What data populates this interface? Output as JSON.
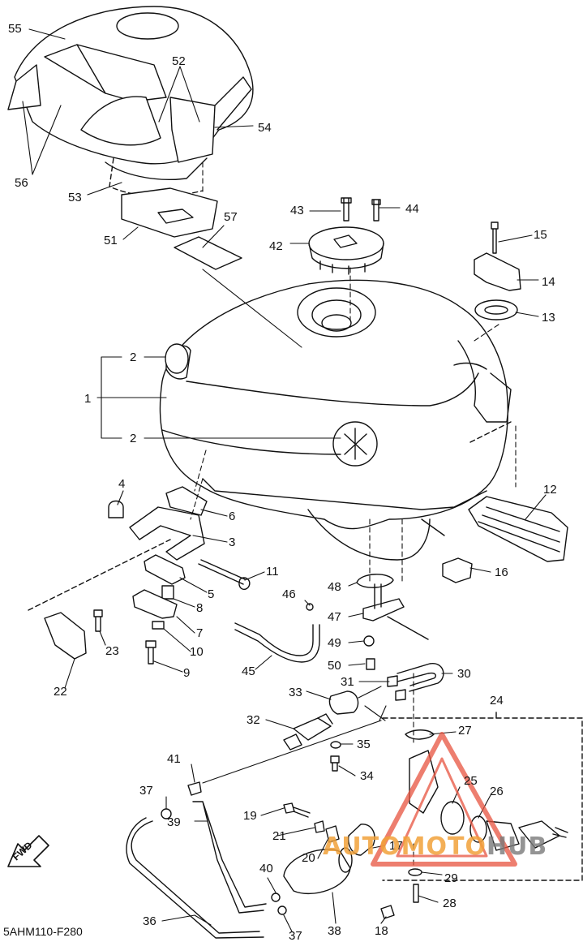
{
  "diagram_code": "5AHM110-F280",
  "fwd_label": "FWD",
  "watermark": {
    "brand_part1": "AUTOMOTO",
    "brand_part2": "HUB",
    "color_primary": "#e8543f",
    "color_accent": "#f2a23a"
  },
  "callouts": [
    {
      "id": "c55",
      "text": "55"
    },
    {
      "id": "c52",
      "text": "52"
    },
    {
      "id": "c54",
      "text": "54"
    },
    {
      "id": "c56",
      "text": "56"
    },
    {
      "id": "c53",
      "text": "53"
    },
    {
      "id": "c51",
      "text": "51"
    },
    {
      "id": "c57",
      "text": "57"
    },
    {
      "id": "c43",
      "text": "43"
    },
    {
      "id": "c44",
      "text": "44"
    },
    {
      "id": "c42",
      "text": "42"
    },
    {
      "id": "c15",
      "text": "15"
    },
    {
      "id": "c14",
      "text": "14"
    },
    {
      "id": "c13",
      "text": "13"
    },
    {
      "id": "c2a",
      "text": "2"
    },
    {
      "id": "c1",
      "text": "1"
    },
    {
      "id": "c2b",
      "text": "2"
    },
    {
      "id": "c12",
      "text": "12"
    },
    {
      "id": "c4",
      "text": "4"
    },
    {
      "id": "c6",
      "text": "6"
    },
    {
      "id": "c3",
      "text": "3"
    },
    {
      "id": "c16",
      "text": "16"
    },
    {
      "id": "c11",
      "text": "11"
    },
    {
      "id": "c5",
      "text": "5"
    },
    {
      "id": "c48",
      "text": "48"
    },
    {
      "id": "c46",
      "text": "46"
    },
    {
      "id": "c8",
      "text": "8"
    },
    {
      "id": "c47",
      "text": "47"
    },
    {
      "id": "c7",
      "text": "7"
    },
    {
      "id": "c23",
      "text": "23"
    },
    {
      "id": "c10",
      "text": "10"
    },
    {
      "id": "c49",
      "text": "49"
    },
    {
      "id": "c9",
      "text": "9"
    },
    {
      "id": "c45",
      "text": "45"
    },
    {
      "id": "c50",
      "text": "50"
    },
    {
      "id": "c31",
      "text": "31"
    },
    {
      "id": "c30",
      "text": "30"
    },
    {
      "id": "c22",
      "text": "22"
    },
    {
      "id": "c33",
      "text": "33"
    },
    {
      "id": "c24",
      "text": "24"
    },
    {
      "id": "c32",
      "text": "32"
    },
    {
      "id": "c27",
      "text": "27"
    },
    {
      "id": "c35",
      "text": "35"
    },
    {
      "id": "c41",
      "text": "41"
    },
    {
      "id": "c34",
      "text": "34"
    },
    {
      "id": "c25",
      "text": "25"
    },
    {
      "id": "c26",
      "text": "26"
    },
    {
      "id": "c37a",
      "text": "37"
    },
    {
      "id": "c19",
      "text": "19"
    },
    {
      "id": "c21",
      "text": "21"
    },
    {
      "id": "c39",
      "text": "39"
    },
    {
      "id": "c17",
      "text": "17"
    },
    {
      "id": "c20",
      "text": "20"
    },
    {
      "id": "c40",
      "text": "40"
    },
    {
      "id": "c29",
      "text": "29"
    },
    {
      "id": "c36",
      "text": "36"
    },
    {
      "id": "c28",
      "text": "28"
    },
    {
      "id": "c38",
      "text": "38"
    },
    {
      "id": "c18",
      "text": "18"
    },
    {
      "id": "c37b",
      "text": "37"
    }
  ]
}
